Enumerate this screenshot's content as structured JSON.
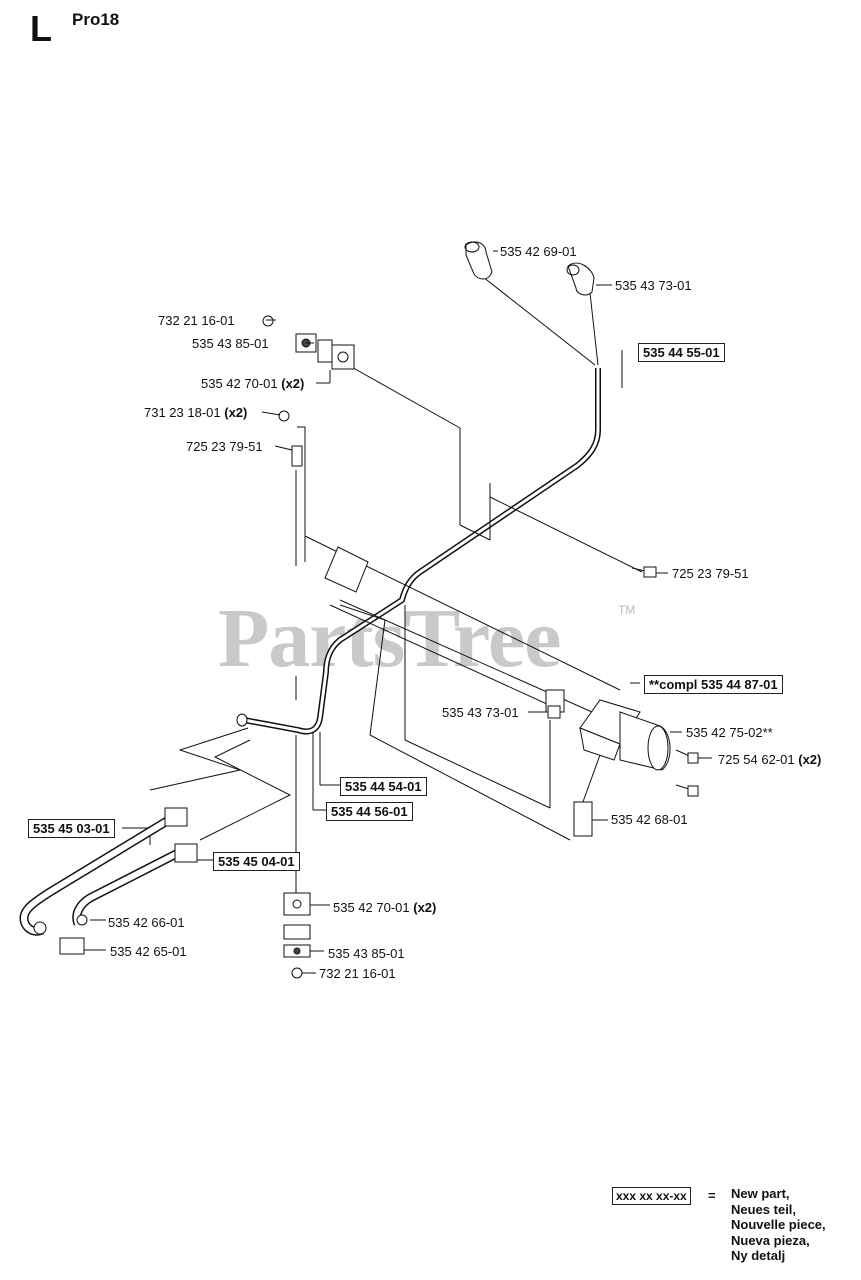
{
  "header": {
    "section_letter": "L",
    "model": "Pro18"
  },
  "watermark": {
    "text": "PartsTree",
    "tm": "TM"
  },
  "parts": {
    "p1": {
      "number": "535 42 69-01"
    },
    "p2": {
      "number": "535 43 73-01"
    },
    "p3": {
      "number": "732 21 16-01"
    },
    "p4": {
      "number": "535 43 85-01"
    },
    "p5": {
      "number": "535 42 70-01",
      "qty": "(x2)"
    },
    "p6": {
      "number": "731 23 18-01",
      "qty": "(x2)"
    },
    "p7": {
      "number": "725 23 79-51"
    },
    "p8": {
      "number": "725 23 79-51"
    },
    "p9": {
      "number": "535 43 73-01"
    },
    "p10": {
      "number": "535 42 75-02**"
    },
    "p11": {
      "number": "725 54 62-01",
      "qty": "(x2)"
    },
    "p12": {
      "number": "535 42 68-01"
    },
    "p13": {
      "number": "535 42 66-01"
    },
    "p14": {
      "number": "535 42 65-01"
    },
    "p15": {
      "number": "535 42 70-01",
      "qty": "(x2)"
    },
    "p16": {
      "number": "535 43 85-01"
    },
    "p17": {
      "number": "732 21 16-01"
    }
  },
  "new_parts": {
    "n1": "535 44 55-01",
    "n2": "**compl 535 44 87-01",
    "n3": "535 44 54-01",
    "n4": "535 44 56-01",
    "n5": "535 45 03-01",
    "n6": "535 45 04-01"
  },
  "legend": {
    "box_text": "xxx xx xx-xx",
    "equals": "=",
    "lines": [
      "New part,",
      "Neues teil,",
      "Nouvelle piece,",
      "Nueva pieza,",
      "Ny detalj"
    ]
  }
}
